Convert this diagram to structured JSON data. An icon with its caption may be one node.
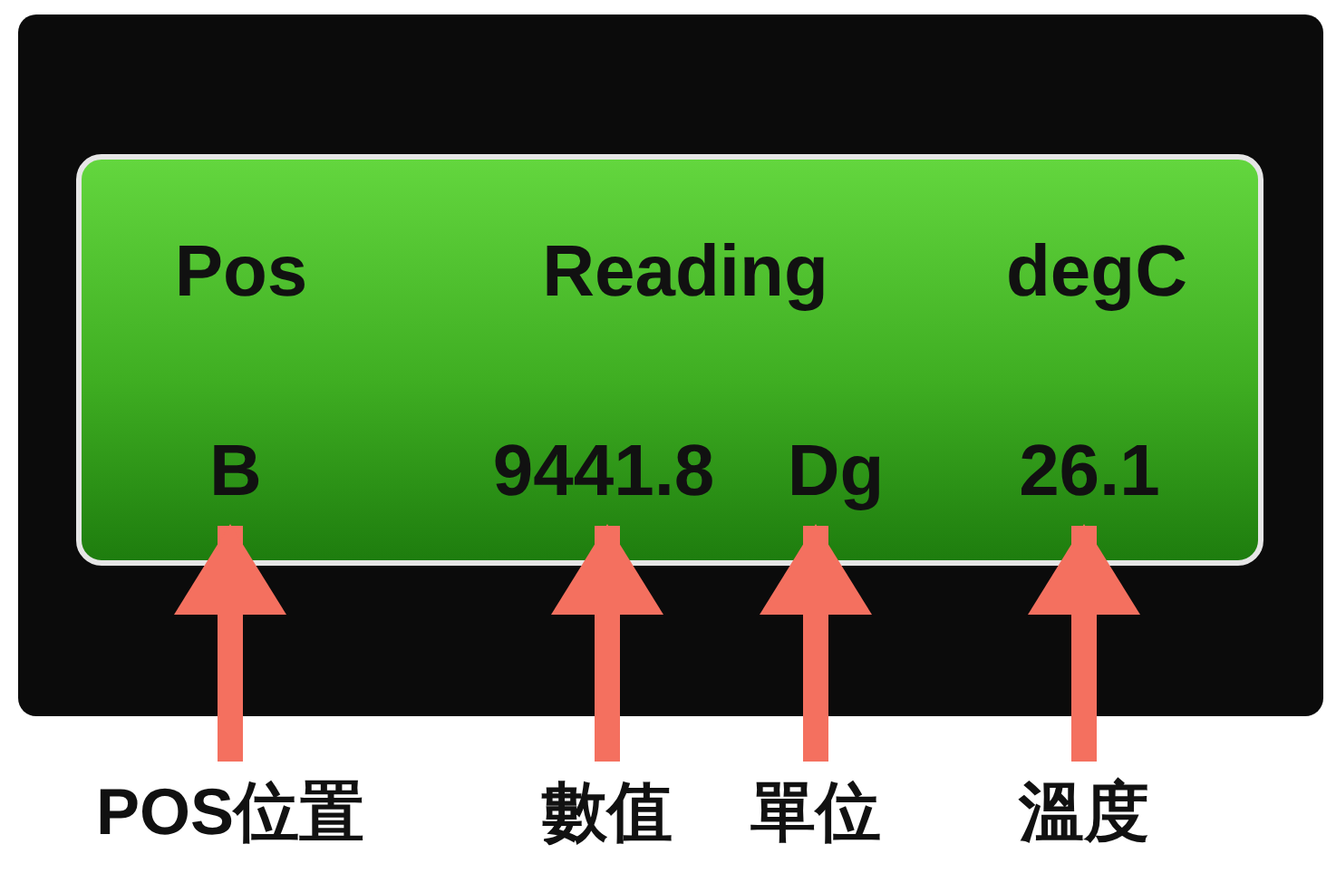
{
  "diagram": {
    "nodes": [
      {
        "text": [],
        "shape": "box"
      },
      {
        "text": [
          "B"
        ],
        "in": 0
      },
      {
        "text": [
          "9441.8"
        ],
        "in": 0
      },
      {
        "text": [
          "Dg"
        ],
        "in": 0
      },
      {
        "text": [
          "26.1"
        ],
        "in": 0
      },
      {
        "text": [
          "POS位置"
        ]
      },
      {
        "text": [
          "數值"
        ]
      },
      {
        "text": [
          "單位"
        ]
      },
      {
        "text": [
          "溫度"
        ]
      }
    ],
    "edges": [
      {
        "from": 5,
        "to": 1,
        "arrow": "to"
      },
      {
        "from": 6,
        "to": 2,
        "arrow": "to"
      },
      {
        "from": 7,
        "to": 3,
        "arrow": "to"
      },
      {
        "from": 8,
        "to": 4,
        "arrow": "to"
      }
    ],
    "labels": [
      "Pos",
      "Reading",
      "degC"
    ]
  }
}
